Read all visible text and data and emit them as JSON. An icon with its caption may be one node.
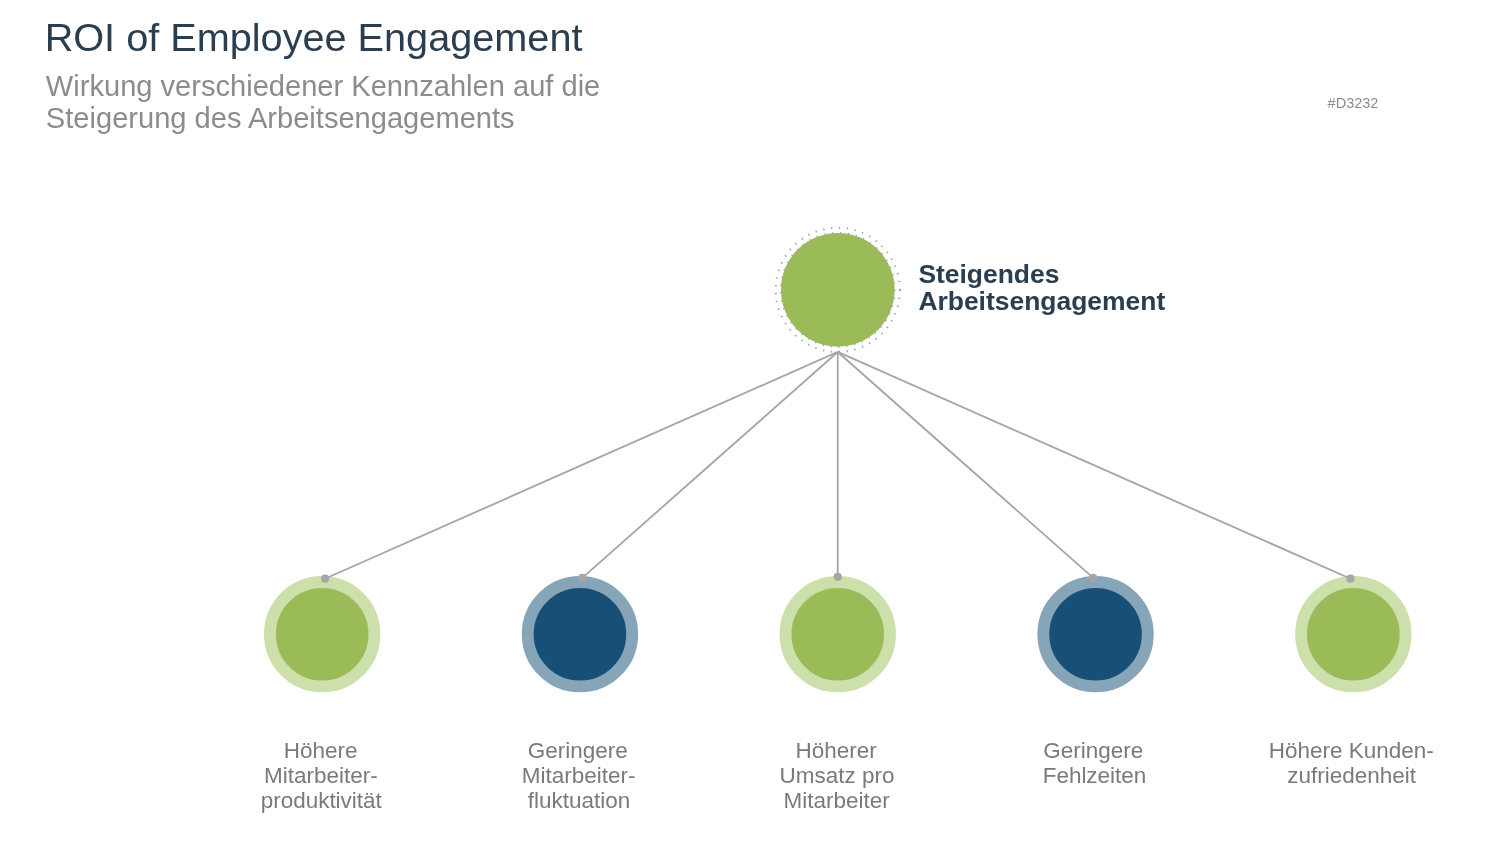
{
  "diagram": {
    "title": "ROI of Employee Engagement",
    "nodes": [
      {
        "text": [
          "Steigendes Arbeitsengagement"
        ]
      },
      {
        "text": [
          "Höhere Mitarbeiter- produktivität"
        ]
      },
      {
        "text": [
          "Geringere Mitarbeiter- fluktuation"
        ]
      },
      {
        "text": [
          "Höherer Umsatz pro Mitarbeiter"
        ]
      },
      {
        "text": [
          "Geringere Fehlzeiten"
        ]
      },
      {
        "text": [
          "Höhere Kunden- zufriedenheit"
        ]
      }
    ],
    "edges": [
      {
        "from": 0,
        "to": 1,
        "arrow": "other"
      },
      {
        "from": 0,
        "to": 2,
        "arrow": "other"
      },
      {
        "from": 0,
        "to": 3,
        "arrow": "other"
      },
      {
        "from": 0,
        "to": 4,
        "arrow": "other"
      },
      {
        "from": 0,
        "to": 5,
        "arrow": "other"
      }
    ],
    "labels": [
      "#D3232",
      "Wirkung verschiedener Kennzahlen auf die Steigerung des Arbeitsengagements"
    ]
  }
}
